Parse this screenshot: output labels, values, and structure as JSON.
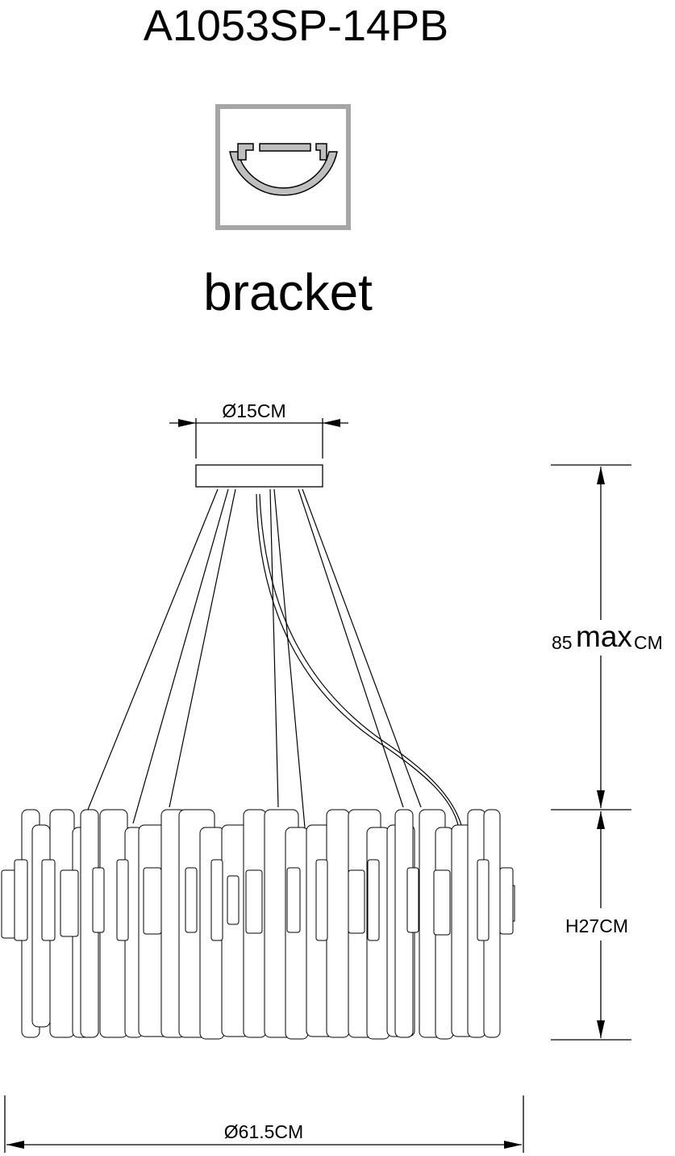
{
  "title": "A1053SP-14PB",
  "bracket": {
    "label": "bracket",
    "icon": "bracket-icon",
    "frame_color": "#a6a6a6",
    "fill_color": "#bfbfbf"
  },
  "dimensions": {
    "canopy_diameter": "Ø15CM",
    "height_max_value": "85",
    "height_max_word": "max",
    "height_max_unit": "CM",
    "body_height": "H27CM",
    "body_diameter": "Ø61.5CM"
  }
}
